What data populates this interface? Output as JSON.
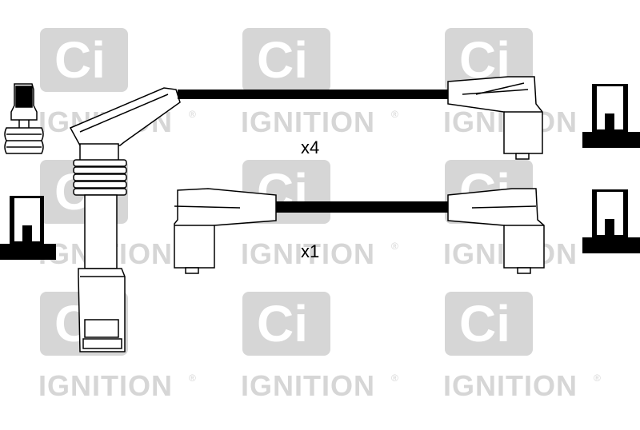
{
  "watermark": {
    "logo_text": "Ci",
    "brand_text": "IGNITION",
    "registered_mark": "®",
    "color": "#d6d6d6"
  },
  "labels": {
    "set_a_quantity": "x4",
    "set_b_quantity": "x1"
  },
  "colors": {
    "cable": "#000000",
    "outline": "#000000",
    "fill": "#ffffff"
  }
}
